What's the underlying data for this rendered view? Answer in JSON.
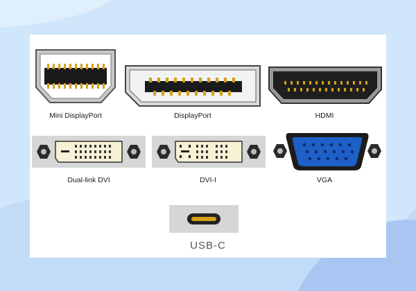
{
  "connectors": [
    {
      "label": "Mini DisplayPort"
    },
    {
      "label": "DisplayPort"
    },
    {
      "label": "HDMI"
    },
    {
      "label": "Dual-link DVI"
    },
    {
      "label": "DVI-I"
    },
    {
      "label": "VGA"
    },
    {
      "label": "USB-C"
    }
  ],
  "colors": {
    "background": "#cfe6fb",
    "panel": "#ffffff",
    "vga_blue": "#1e5fc8",
    "pin_gold": "#d4a017"
  }
}
